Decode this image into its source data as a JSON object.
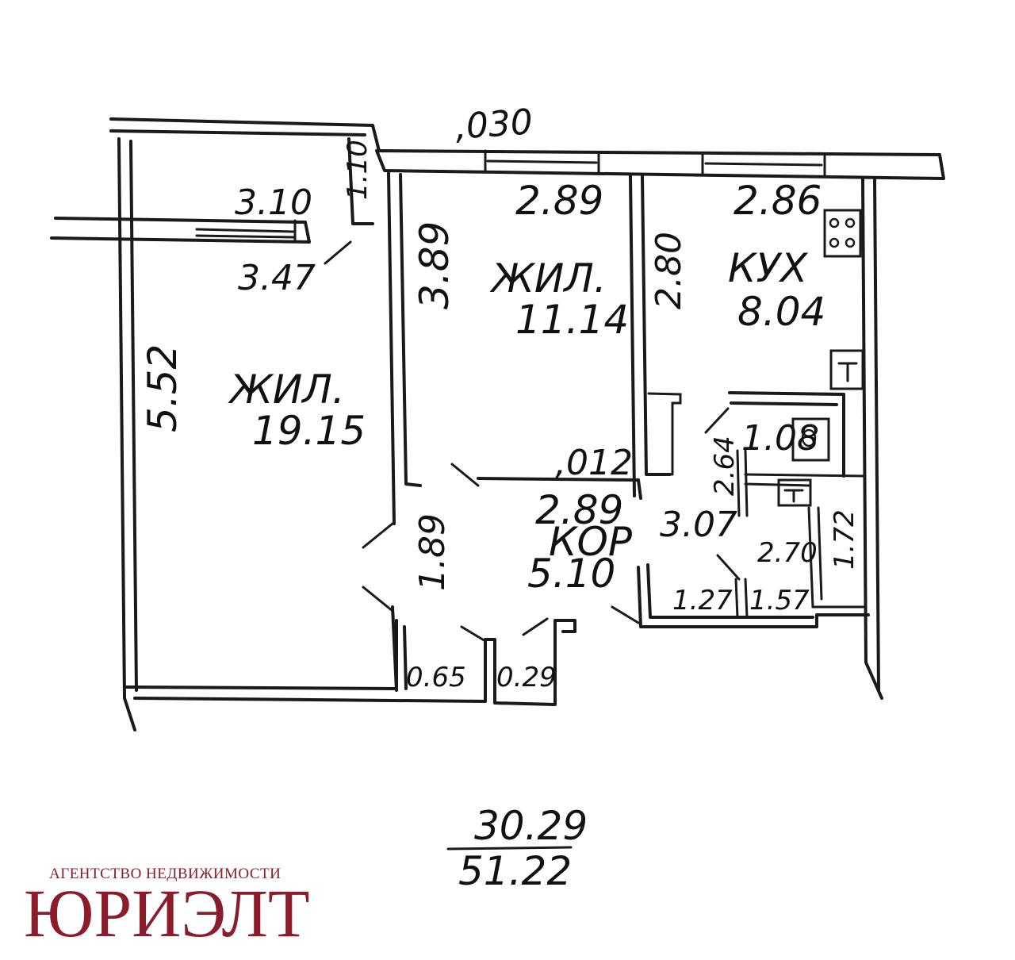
{
  "agency": {
    "subtitle": "АГЕНТСТВО НЕДВИЖИМОСТИ",
    "name": "ЮРИЭЛТ"
  },
  "colors": {
    "ink": "#1a1a1a",
    "brand": "#8a1c2b",
    "paper": "#ffffff"
  },
  "rooms": {
    "living_large": {
      "label": "ЖИЛ.",
      "area": "19.15"
    },
    "living_small": {
      "label": "ЖИЛ.",
      "area": "11.14"
    },
    "kitchen": {
      "label": "КУХ",
      "area": "8.04"
    },
    "corridor": {
      "label": "КОР",
      "area": "5.10"
    }
  },
  "dimensions": {
    "top_0_30": ",030",
    "wall_1_10": "1.10",
    "balcony_3_10": "3.10",
    "balcony_area_3_47": "3.47",
    "living_large_5_52": "5.52",
    "living_small_width": "2.89",
    "living_small_depth": "3.89",
    "niche_0_12": ",012",
    "kitchen_width": "2.86",
    "kitchen_depth": "2.80",
    "corridor_width": "2.89",
    "corridor_depth": "1.89",
    "hall_3_07": "3.07",
    "bath_area": "1.08",
    "bath_2_64": "2.64",
    "toilet_1_72": "1.72",
    "dim_2_70": "2.70",
    "closet_1_27": "1.27",
    "closet_1_57": "1.57",
    "closet_0_65": "0.65",
    "closet_0_29": "0.29"
  },
  "totals": {
    "living": "30.29",
    "total": "51.22"
  },
  "icons": {
    "stove": "stove-icon",
    "sink": "sink-icon",
    "toilet": "toilet-icon"
  }
}
